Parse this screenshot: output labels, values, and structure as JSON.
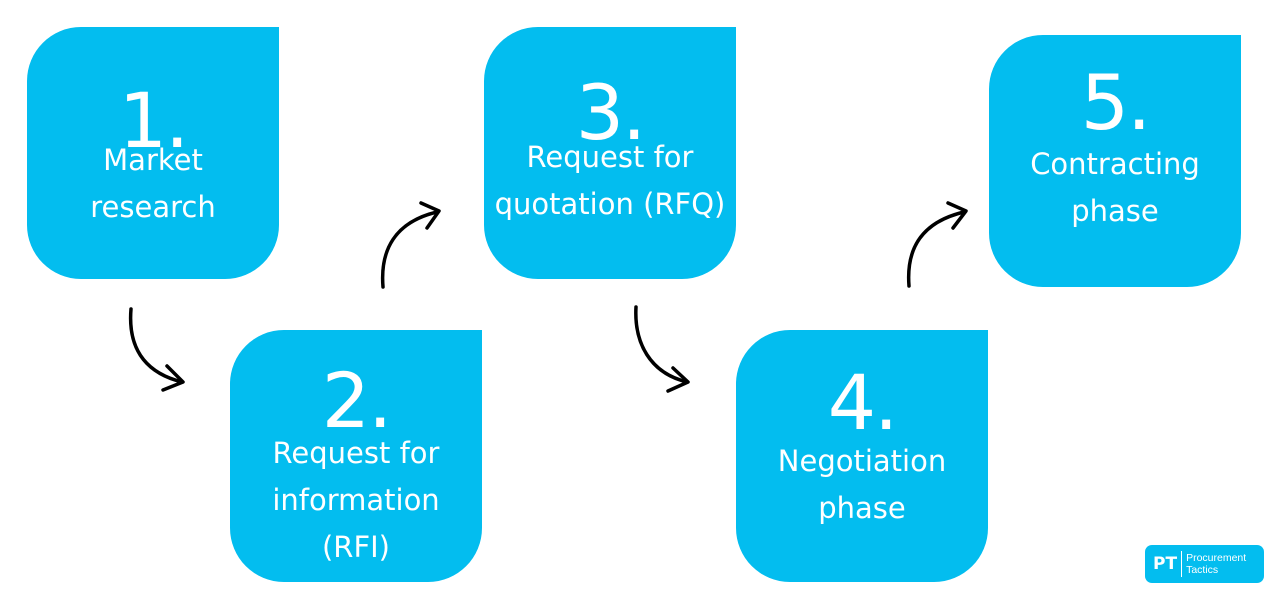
{
  "steps": [
    {
      "number": "1.",
      "lines": [
        "Market",
        "research"
      ]
    },
    {
      "number": "2.",
      "lines": [
        "Request for",
        "information",
        "(RFI)"
      ]
    },
    {
      "number": "3.",
      "lines": [
        "Request for",
        "quotation (RFQ)"
      ]
    },
    {
      "number": "4.",
      "lines": [
        "Negotiation",
        "phase"
      ]
    },
    {
      "number": "5.",
      "lines": [
        "Contracting",
        "phase"
      ]
    }
  ],
  "logo": {
    "mark": "PT",
    "line1": "Procurement",
    "line2": "Tactics"
  },
  "colors": {
    "accent": "#03BDEF",
    "text": "#FFFFFF",
    "arrow": "#000000"
  }
}
